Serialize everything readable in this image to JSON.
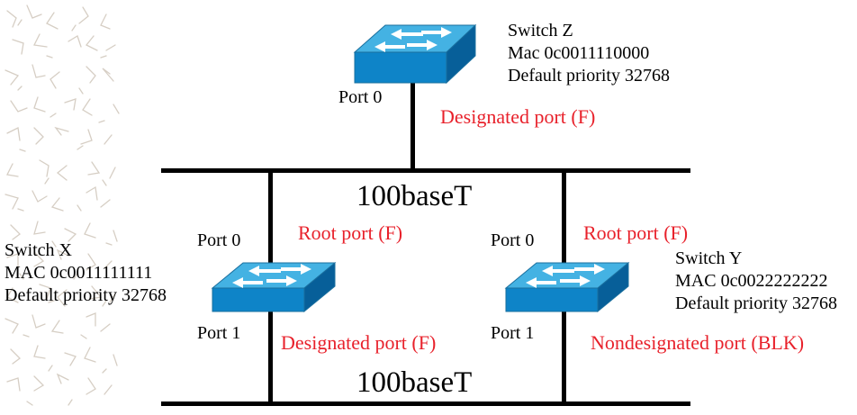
{
  "colors": {
    "line": "#000000",
    "text": "#000000",
    "port_status": "#e8212b",
    "switch_top": "#44b2e3",
    "switch_front": "#0e84c8",
    "switch_side": "#075f99",
    "switch_arrows": "#ffffff"
  },
  "icons": {
    "switch": "network-switch-icon",
    "background": "decorative-texture"
  },
  "segments": {
    "upper": {
      "label": "100baseT"
    },
    "lower": {
      "label": "100baseT"
    }
  },
  "switches": {
    "z": {
      "name": "Switch Z",
      "mac": "Mac 0c0011110000",
      "priority": "Default priority 32768",
      "port0": {
        "label": "Port 0",
        "status": "Designated port (F)"
      }
    },
    "x": {
      "name": "Switch X",
      "mac": "MAC 0c0011111111",
      "priority": "Default priority 32768",
      "port0": {
        "label": "Port 0",
        "status": "Root port (F)"
      },
      "port1": {
        "label": "Port 1",
        "status": "Designated port (F)"
      }
    },
    "y": {
      "name": "Switch Y",
      "mac": "MAC 0c0022222222",
      "priority": "Default priority 32768",
      "port0": {
        "label": "Port 0",
        "status": "Root port (F)"
      },
      "port1": {
        "label": "Port 1",
        "status": "Nondesignated port (BLK)"
      }
    }
  }
}
